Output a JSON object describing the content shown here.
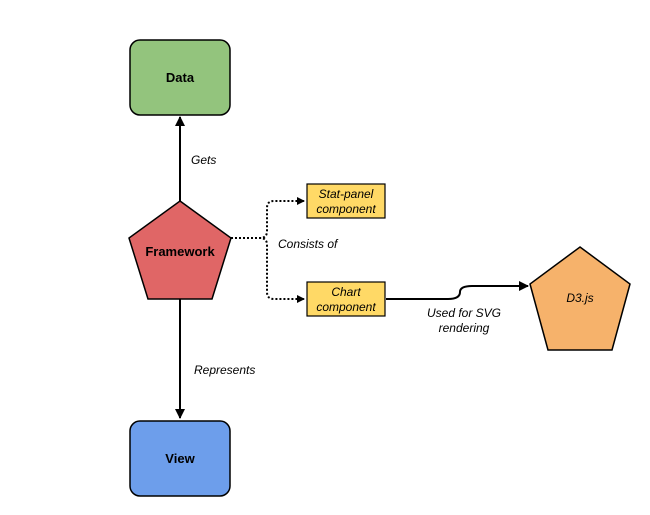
{
  "nodes": {
    "data": {
      "label": "Data",
      "color": "#93c47d"
    },
    "framework": {
      "label": "Framework",
      "color": "#e06666"
    },
    "view": {
      "label": "View",
      "color": "#6d9eeb"
    },
    "stat_panel": {
      "line1": "Stat-panel",
      "line2": "component",
      "color": "#ffd966"
    },
    "chart": {
      "line1": "Chart",
      "line2": "component",
      "color": "#ffd966"
    },
    "d3": {
      "label": "D3.js",
      "color": "#f6b26b"
    }
  },
  "edges": {
    "gets": "Gets",
    "represents": "Represents",
    "consists_of": "Consists of",
    "used_for_line1": "Used for SVG",
    "used_for_line2": "rendering"
  }
}
